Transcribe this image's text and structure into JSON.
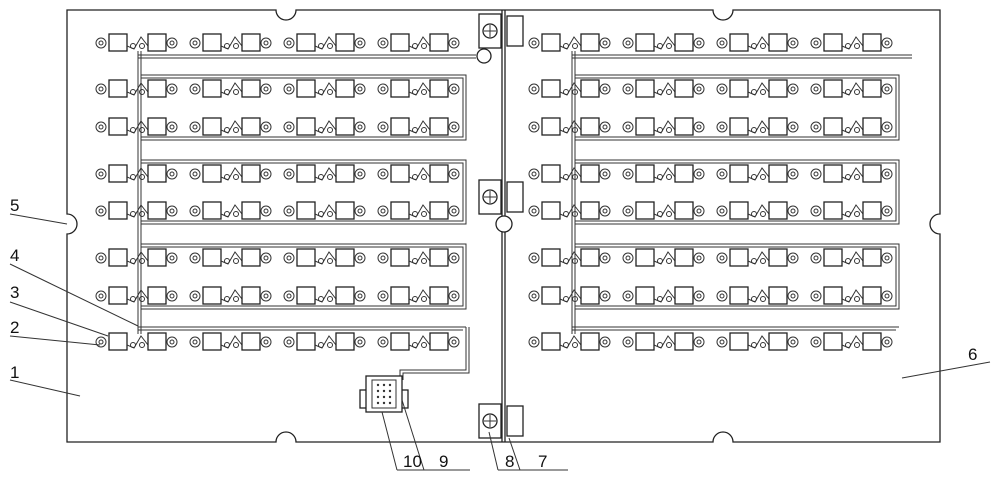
{
  "labels": [
    {
      "id": "label-1",
      "text": "1"
    },
    {
      "id": "label-2",
      "text": "2"
    },
    {
      "id": "label-3",
      "text": "3"
    },
    {
      "id": "label-4",
      "text": "4"
    },
    {
      "id": "label-5",
      "text": "5"
    },
    {
      "id": "label-6",
      "text": "6"
    },
    {
      "id": "label-7",
      "text": "7"
    },
    {
      "id": "label-8",
      "text": "8"
    },
    {
      "id": "label-9",
      "text": "9"
    },
    {
      "id": "label-10",
      "text": "10"
    }
  ],
  "grid": {
    "left_panel_rows": 8,
    "right_panel_rows": 8,
    "modules_per_row": 4
  }
}
